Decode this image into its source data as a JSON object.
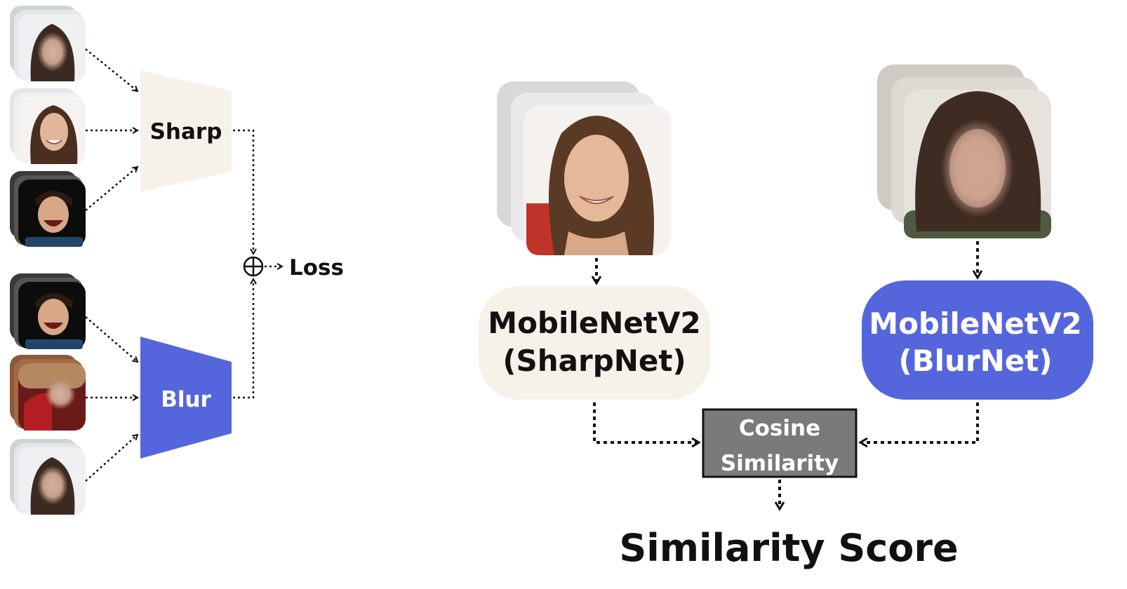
{
  "training": {
    "sharp_label": "Sharp",
    "blur_label": "Blur",
    "loss_label": "Loss",
    "sharp_inputs": [
      "blurred-face-1",
      "sharp-face-1",
      "sharp-face-2"
    ],
    "blur_inputs": [
      "sharp-face-2",
      "blurred-face-2",
      "blurred-face-1"
    ]
  },
  "inference": {
    "sharpnet_line1": "MobileNetV2",
    "sharpnet_line2": "(SharpNet)",
    "blurnet_line1": "MobileNetV2",
    "blurnet_line2": "(BlurNet)",
    "cosine_line1": "Cosine",
    "cosine_line2": "Similarity",
    "score_label": "Similarity Score"
  },
  "colors": {
    "sharp_fill": "#f6f1e9",
    "blur_fill": "#5566dd",
    "cosine_fill": "#7a7a7a",
    "arrow": "#111111"
  }
}
